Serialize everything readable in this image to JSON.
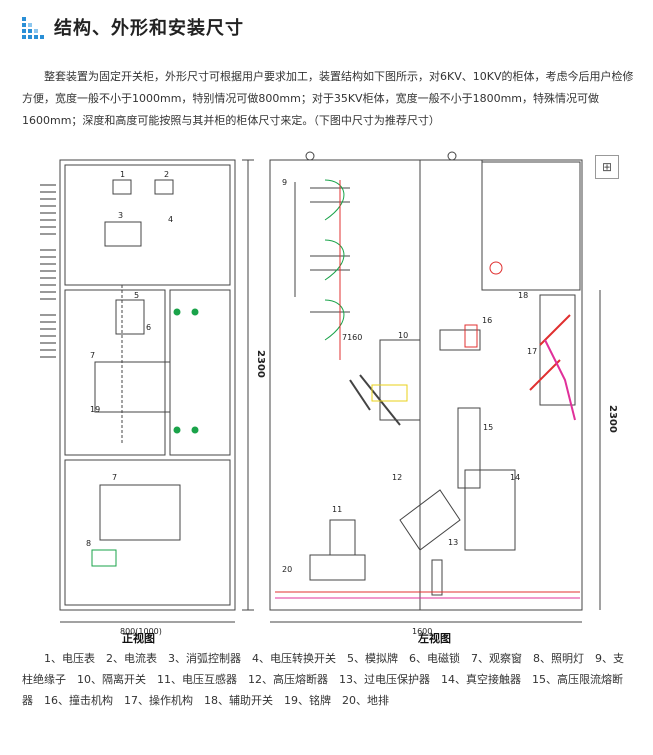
{
  "heading": {
    "title": "结构、外形和安装尺寸"
  },
  "intro": {
    "text": "整套装置为固定开关柜，外形尺寸可根据用户要求加工，装置结构如下图所示，对6KV、10KV的柜体，考虑今后用户检修方便，宽度一般不小于1000mm，特别情况可做800mm；对于35KV柜体，宽度一般不小于1800mm，特殊情况可做1600mm；深度和高度可能按照与其并柜的柜体尺寸来定。（下图中尺寸为推荐尺寸）"
  },
  "front_view": {
    "caption": "正视图",
    "height_dim": "2300",
    "width_dim": "800(1000)",
    "labels": [
      "1",
      "2",
      "3",
      "4",
      "5",
      "6",
      "7",
      "19",
      "7",
      "8"
    ]
  },
  "side_view": {
    "caption": "左视图",
    "height_dim": "2300",
    "width_dim": "1600",
    "angle_dim": "7160",
    "labels": [
      "9",
      "10",
      "16",
      "18",
      "17",
      "15",
      "12",
      "11",
      "14",
      "13",
      "20"
    ]
  },
  "legend": {
    "text": "1、电压表　2、电流表　3、消弧控制器　4、电压转换开关　5、模拟牌　6、电磁锁　7、观察窗　8、照明灯　9、支柱绝缘子　10、隔离开关　11、电压互感器　12、高压熔断器　13、过电压保护器　14、真空接触器　15、高压限流熔断器　16、撞击机构　17、操作机构　18、辅助开关　19、铭牌　20、地排"
  },
  "colors": {
    "accent": "#2a8fd6",
    "line": "#444444",
    "red": "#e03030",
    "green": "#1aa34a",
    "magenta": "#e0309a",
    "yellow": "#e8d21a"
  },
  "icons": [
    "title-bar-icon",
    "expand-icon"
  ]
}
